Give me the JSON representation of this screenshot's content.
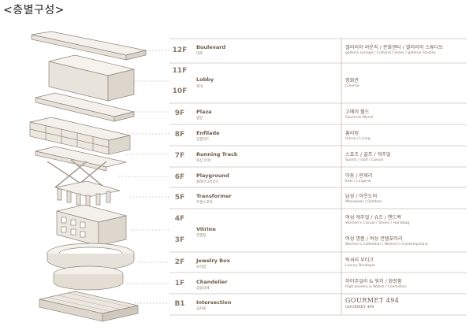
{
  "title": "<층별구성>",
  "floors": [
    {
      "id": "12f",
      "label": "12F",
      "name": "Boulevard",
      "sub": "대로",
      "kr": "갤러리아 라운지 / 문화센터 / 갤러리아 스튜디오",
      "en": "galleria Lounge / Cultural Center / galleria Studios"
    },
    {
      "id": "11f",
      "label": "11F",
      "name": "Lobby",
      "sub": "로비",
      "kr": "영화관",
      "en": "Cinema"
    },
    {
      "id": "10f",
      "label": "10F"
    },
    {
      "id": "9f",
      "label": "9F",
      "name": "Plaza",
      "sub": "광장",
      "kr": "고메이 월드",
      "en": "Gourmet World"
    },
    {
      "id": "8f",
      "label": "8F",
      "name": "Enfilade",
      "sub": "앙필라드",
      "kr": "홈리빙",
      "en": "Home / Living"
    },
    {
      "id": "7f",
      "label": "7F",
      "name": "Running Track",
      "sub": "육상 트랙",
      "kr": "스포츠 / 골프 / 캐주얼",
      "en": "Sports / Golf / Casual"
    },
    {
      "id": "6f",
      "label": "6F",
      "name": "Playground",
      "sub": "플레이그라운드",
      "kr": "아동 / 란제리",
      "en": "Kids / Lingerie"
    },
    {
      "id": "5f",
      "label": "5F",
      "name": "Transformer",
      "sub": "트랜스포머",
      "kr": "남성 / 아웃도어",
      "en": "Menswear / Outdoor"
    },
    {
      "id": "4f",
      "label": "4F",
      "name": "Vitrine",
      "sub": "진열장",
      "kr": "여성 캐주얼 / 슈즈 / 핸드백",
      "en": "Women's Casual / Shoes / Handbag"
    },
    {
      "id": "3f",
      "label": "3F",
      "kr": "여성 명품 / 여성 컨템포러리",
      "en": "Women's Collection / Women's Contemporary"
    },
    {
      "id": "2f",
      "label": "2F",
      "name": "Jewelry Box",
      "sub": "보석함",
      "kr": "럭셔리 부티크",
      "en": "Luxury Boutique"
    },
    {
      "id": "1f",
      "label": "1F",
      "name": "Chandelier",
      "sub": "샹들리에",
      "kr": "하이주얼리 & 워치 / 화장품",
      "en": "High Jewelry & Watch / Cosmetics"
    },
    {
      "id": "b1",
      "label": "B1",
      "name": "Intersection",
      "sub": "교차로",
      "kr": "GOURMET 494",
      "en": "GOURMET 494"
    }
  ]
}
